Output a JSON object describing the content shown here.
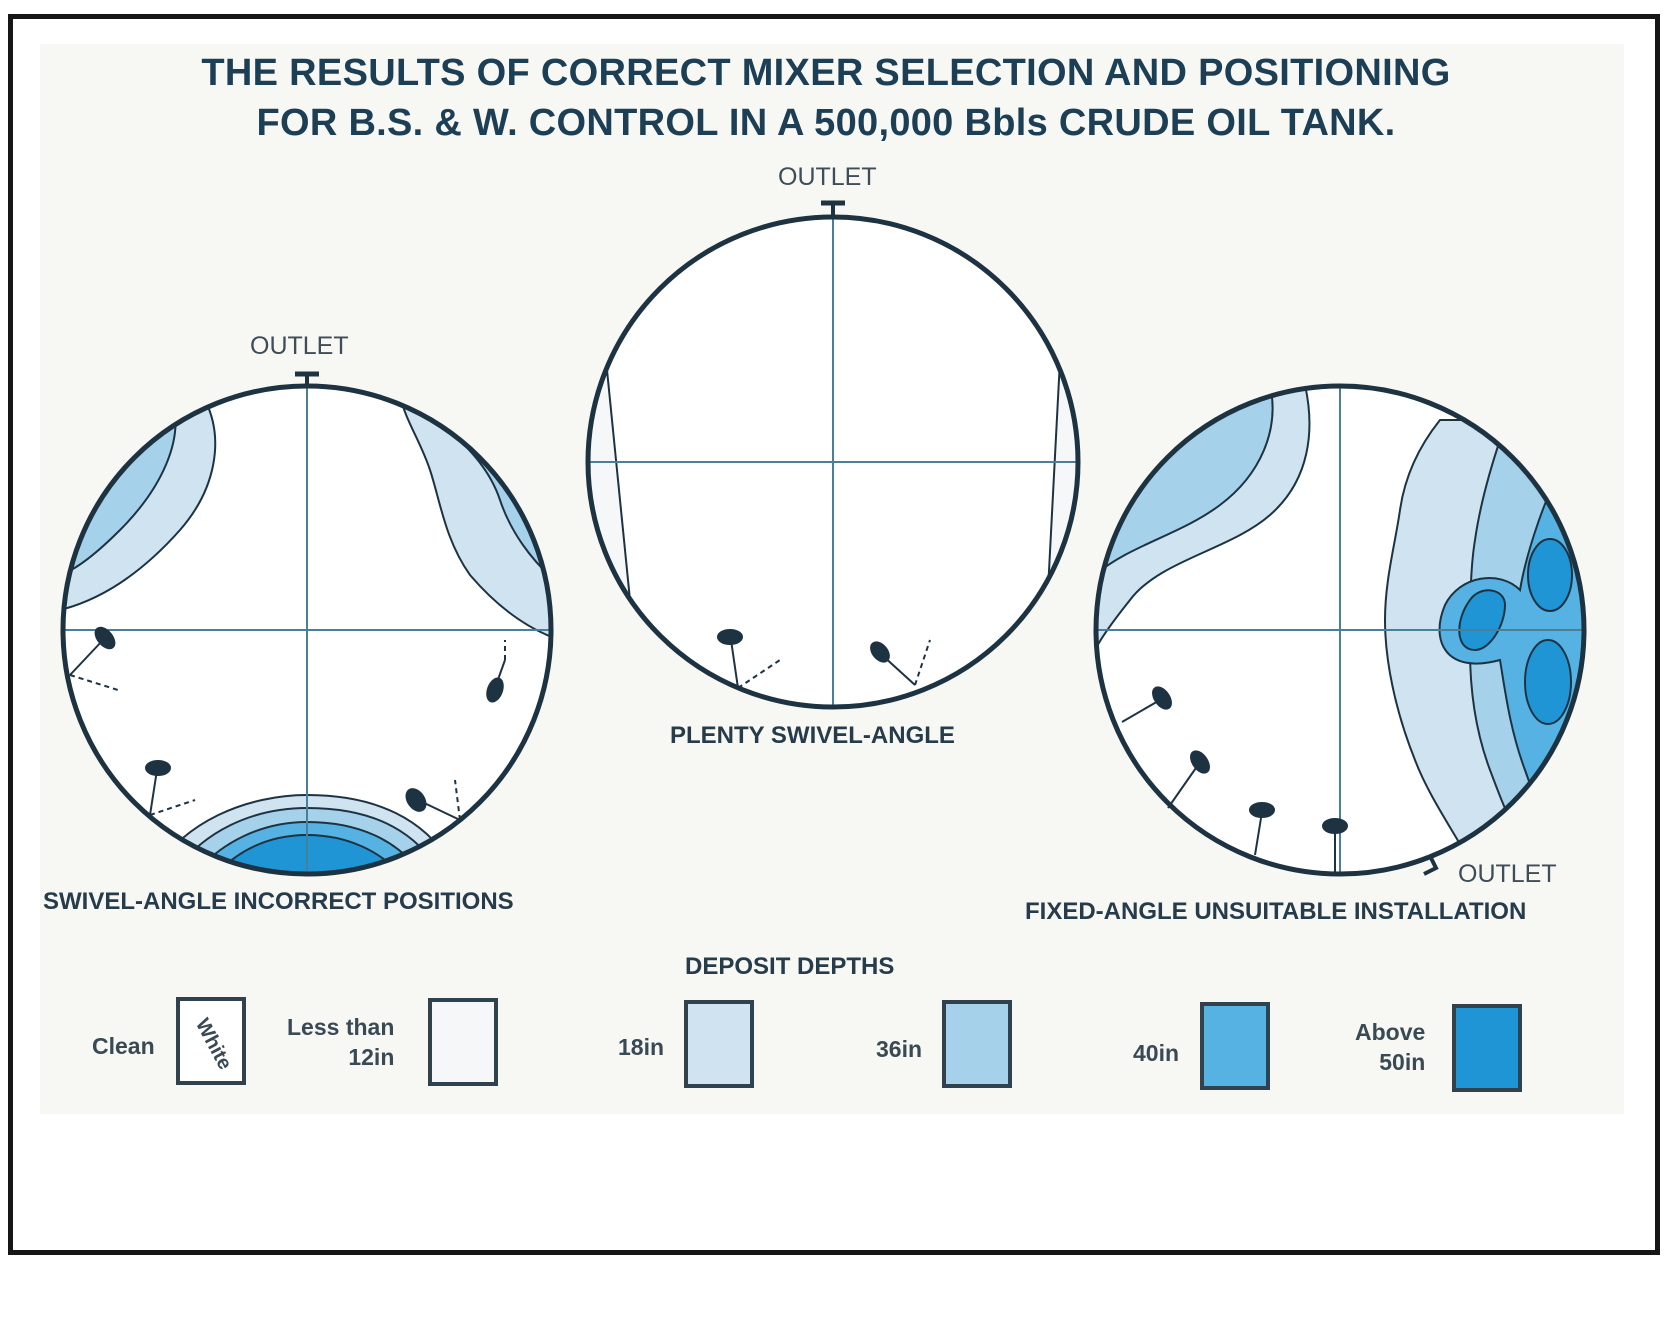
{
  "title": {
    "line1": "THE RESULTS OF CORRECT MIXER SELECTION AND POSITIONING",
    "line2": "FOR B.S. & W. CONTROL IN A 500,000 Bbls CRUDE OIL TANK."
  },
  "tanks": {
    "left": {
      "outlet": "OUTLET",
      "caption": "SWIVEL-ANGLE INCORRECT POSITIONS"
    },
    "center": {
      "outlet": "OUTLET",
      "caption": "PLENTY SWIVEL-ANGLE"
    },
    "right": {
      "outlet": "OUTLET",
      "caption": "FIXED-ANGLE UNSUITABLE INSTALLATION"
    }
  },
  "legend": {
    "title": "DEPOSIT DEPTHS",
    "items": [
      {
        "label": "Clean",
        "swatch_text": "White",
        "color": "#ffffff"
      },
      {
        "label_line1": "Less than",
        "label_line2": "12in",
        "color": "#f5f7f8"
      },
      {
        "label": "18in",
        "color": "#cfe4f0"
      },
      {
        "label": "36in",
        "color": "#a5d2ea"
      },
      {
        "label": "40in",
        "color": "#55b2e2"
      },
      {
        "label_line1": "Above",
        "label_line2": "50in",
        "color": "#1f95d6"
      }
    ]
  },
  "colors": {
    "line": "#1d3342",
    "axis": "#4a7f9a",
    "title": "#1c3f55"
  }
}
